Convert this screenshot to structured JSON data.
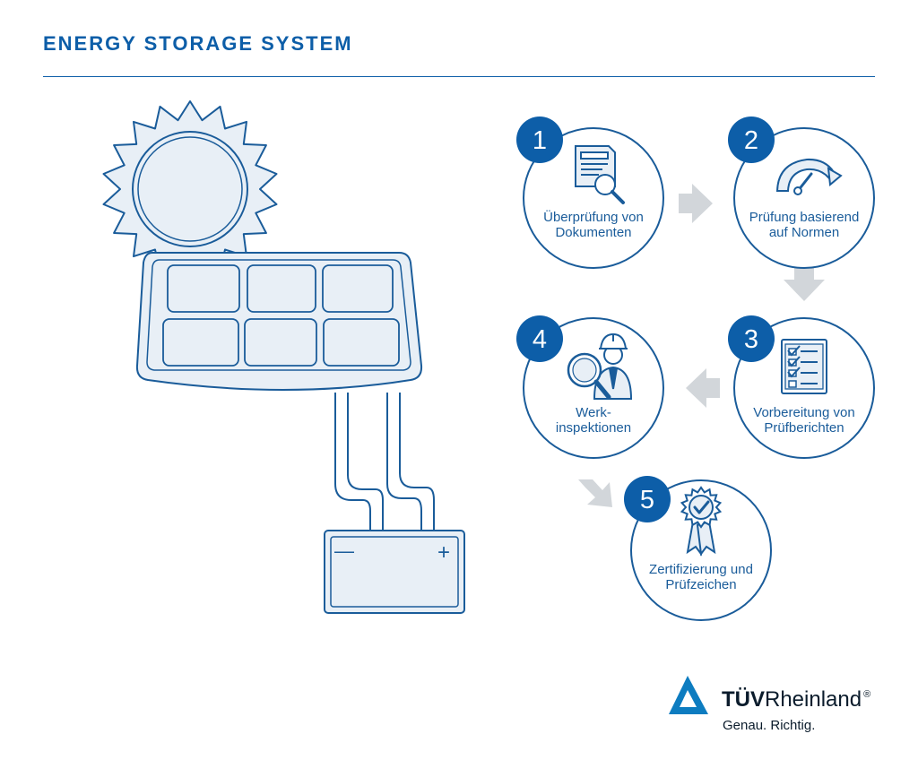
{
  "header": {
    "title": "ENERGY STORAGE SYSTEM"
  },
  "colors": {
    "primary_blue": "#0d5ea8",
    "line_blue": "#1a5c9a",
    "panel_fill": "#e8eff6",
    "arrow_gray": "#d2d6da",
    "logo_dark": "#0b1c2c"
  },
  "steps": [
    {
      "number": "1",
      "line1": "Überprüfung von",
      "line2": "Dokumenten",
      "icon": "document-search-icon"
    },
    {
      "number": "2",
      "line1": "Prüfung basierend",
      "line2": "auf Normen",
      "icon": "gauge-icon"
    },
    {
      "number": "3",
      "line1": "Vorbereitung von",
      "line2": "Prüfberichten",
      "icon": "checklist-icon"
    },
    {
      "number": "4",
      "line1": "Werk-",
      "line2": "inspektionen",
      "icon": "inspector-icon"
    },
    {
      "number": "5",
      "line1": "Zertifizierung und",
      "line2": "Prüfzeichen",
      "icon": "certificate-seal-icon"
    }
  ],
  "battery": {
    "minus": "—",
    "plus": "+"
  },
  "logo": {
    "brand_bold": "TÜV",
    "brand_regular": "Rheinland",
    "registered": "®",
    "tagline": "Genau. Richtig."
  }
}
